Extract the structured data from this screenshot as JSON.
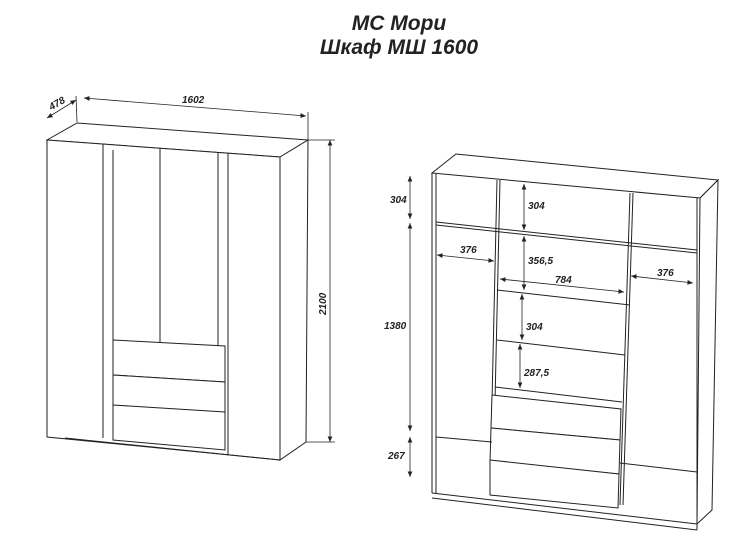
{
  "title": {
    "line1": "МС Мори",
    "line2": "Шкаф МШ 1600"
  },
  "closed_view": {
    "depth": "478",
    "width": "1602",
    "height": "2100"
  },
  "open_view": {
    "top_section": "304",
    "middle_section": "1380",
    "bottom_section": "267",
    "left_width": "376",
    "right_width": "376",
    "center_width": "784",
    "shelf_1": "304",
    "shelf_2": "356,5",
    "shelf_3": "304",
    "shelf_4": "287,5"
  }
}
